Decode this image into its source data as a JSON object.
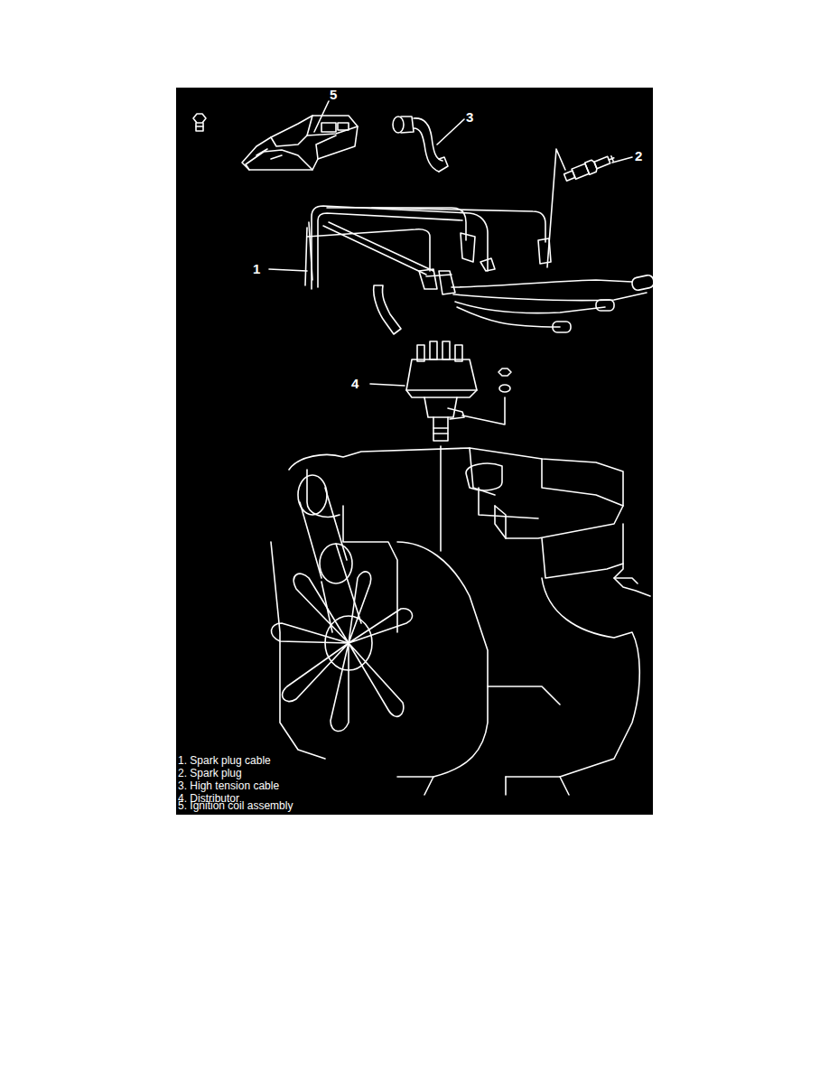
{
  "diagram": {
    "labels": [
      "5",
      "3",
      "2",
      "1",
      "4",
      "1. Spark plug cable",
      "2. Spark plug",
      "3. High tension cable",
      "4. Distributor",
      "5. Ignition coil assembly"
    ]
  }
}
